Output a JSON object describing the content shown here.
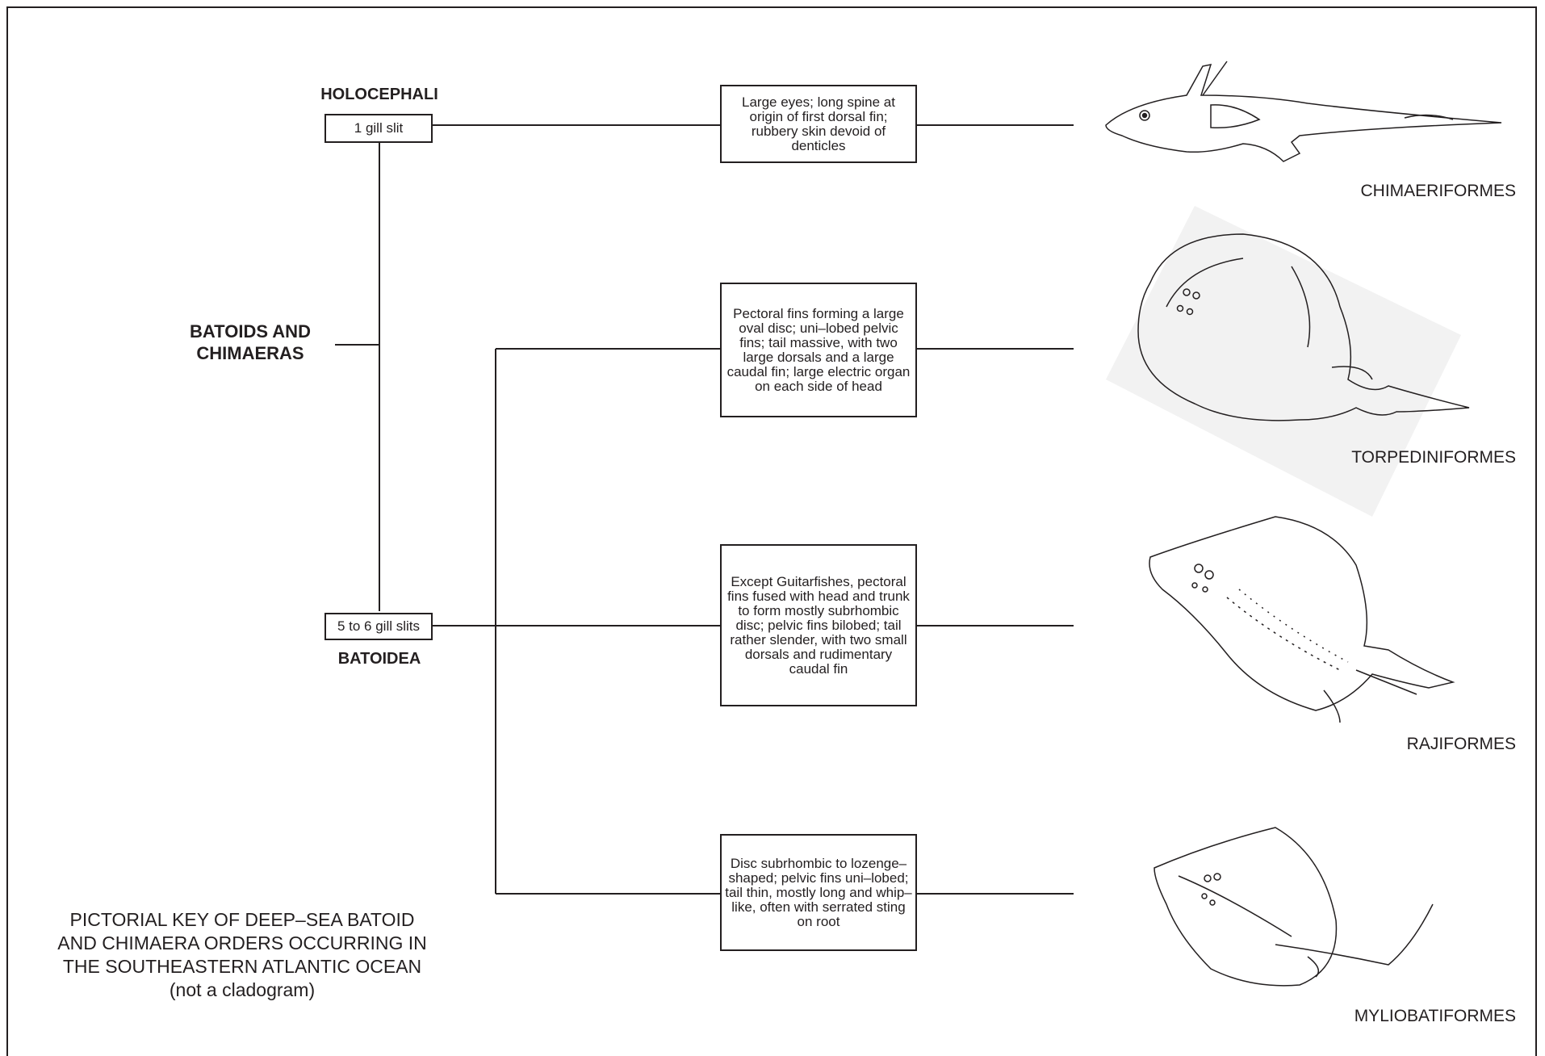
{
  "root": {
    "line1": "BATOIDS AND",
    "line2": "CHIMAERAS"
  },
  "holocephali": {
    "title": "HOLOCEPHALI",
    "box": "1 gill slit"
  },
  "batoidea": {
    "title": "BATOIDEA",
    "box": "5 to 6 gill slits"
  },
  "descriptions": {
    "chimaeriformes": "Large eyes; long spine at origin of first dorsal fin; rubbery skin devoid of denticles",
    "torpediniformes": "Pectoral fins forming a large oval disc; uni–lobed pelvic fins; tail massive, with two large dorsals and a large caudal fin; large electric organ on each side of head",
    "rajiformes": "Except Guitarfishes, pectoral fins fused with head and trunk to form mostly subrhombic disc; pelvic fins bilobed; tail rather slender, with two small dorsals and rudimentary caudal fin",
    "myliobatiformes": "Disc subrhombic to lozenge–shaped; pelvic fins uni–lobed; tail thin, mostly long and whip–like, often with serrated sting on root"
  },
  "orders": {
    "chimaeriformes": "CHIMAERIFORMES",
    "torpediniformes": "TORPEDINIFORMES",
    "rajiformes": "RAJIFORMES",
    "myliobatiformes": "MYLIOBATIFORMES"
  },
  "key_title": {
    "line1": "PICTORIAL KEY OF DEEP–SEA BATOID",
    "line2": "AND CHIMAERA ORDERS OCCURRING IN",
    "line3": "THE SOUTHEASTERN ATLANTIC OCEAN",
    "line4": "(not a cladogram)"
  },
  "colors": {
    "ink": "#231f20",
    "background": "#ffffff"
  }
}
